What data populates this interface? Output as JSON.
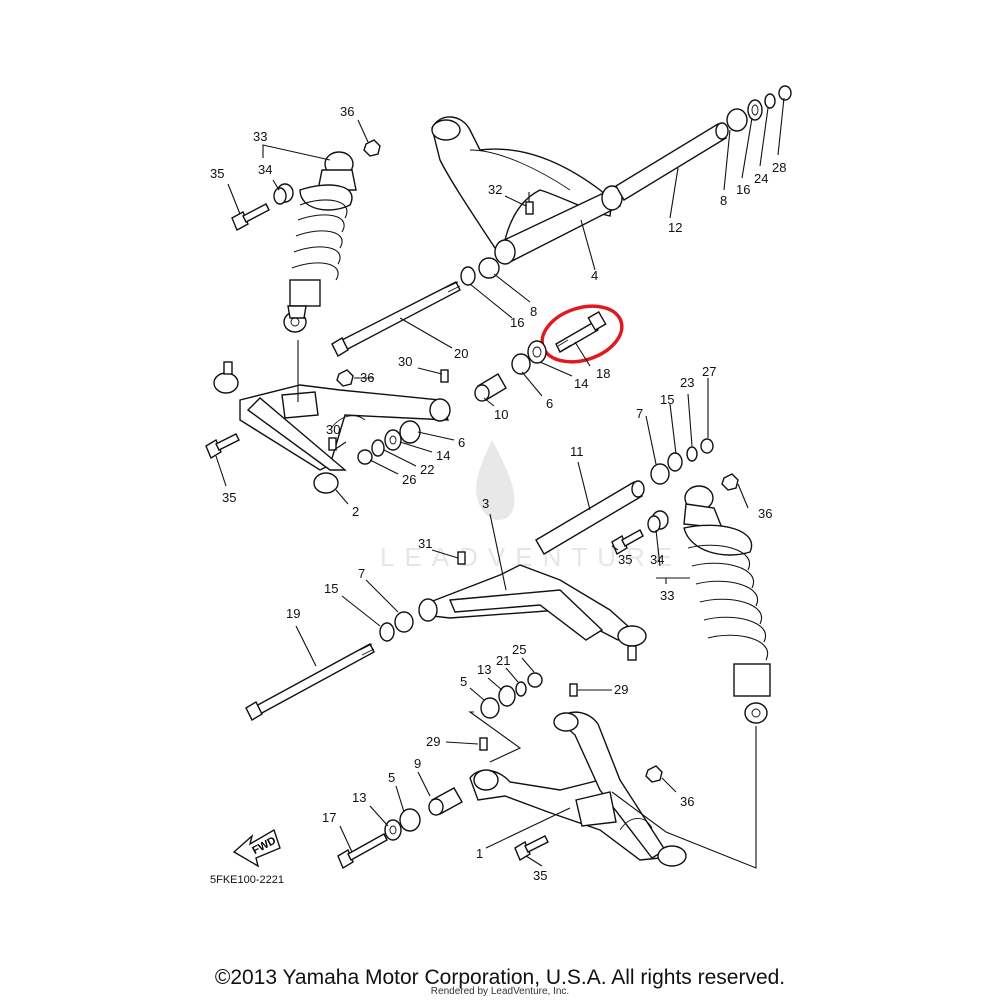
{
  "diagram_code": "5FKE100-2221",
  "fwd_label": "FWD",
  "copyright": "©2013 Yamaha Motor Corporation, U.S.A. All rights reserved.",
  "rendered_by": "Rendered by LeadVenture, Inc.",
  "watermark": "LEADVENTURE",
  "highlight_color": "#e0191f",
  "callouts": {
    "c1": "1",
    "c2": "2",
    "c3": "3",
    "c4": "4",
    "c5a": "5",
    "c5b": "5",
    "c6a": "6",
    "c6b": "6",
    "c7a": "7",
    "c7b": "7",
    "c8a": "8",
    "c8b": "8",
    "c9": "9",
    "c10": "10",
    "c11": "11",
    "c12": "12",
    "c13a": "13",
    "c13b": "13",
    "c14a": "14",
    "c14b": "14",
    "c15a": "15",
    "c15b": "15",
    "c16a": "16",
    "c16b": "16",
    "c17": "17",
    "c18": "18",
    "c19": "19",
    "c20": "20",
    "c21": "21",
    "c22": "22",
    "c23": "23",
    "c24": "24",
    "c25": "25",
    "c26": "26",
    "c27": "27",
    "c28": "28",
    "c29a": "29",
    "c29b": "29",
    "c30": "30",
    "c31": "31",
    "c32": "32",
    "c33a": "33",
    "c33b": "33",
    "c34a": "34",
    "c34b": "34",
    "c35a": "35",
    "c35b": "35",
    "c35c": "35",
    "c35d": "35",
    "c36a": "36",
    "c36b": "36",
    "c36c": "36",
    "c36d": "36"
  }
}
